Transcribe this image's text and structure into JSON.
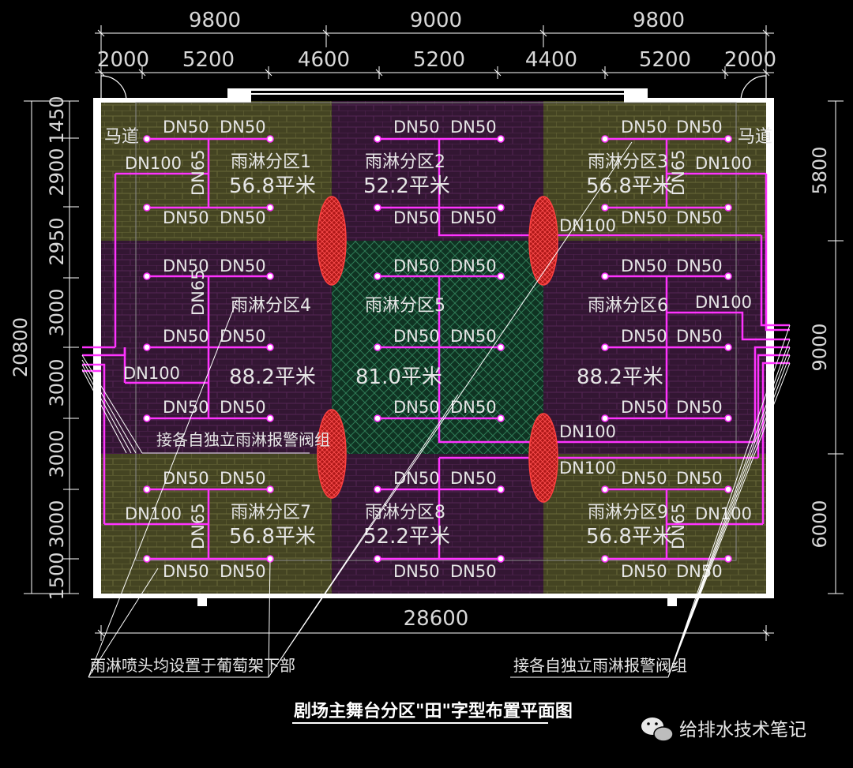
{
  "top_dims": {
    "row1": [
      "9800",
      "9000",
      "9800"
    ],
    "row2": [
      "2000",
      "5200",
      "4600",
      "5200",
      "4400",
      "5200",
      "2000"
    ]
  },
  "bottom_dim": "28600",
  "left_total": "20800",
  "left_dims": [
    "1450",
    "2900",
    "2950",
    "3000",
    "3000",
    "3000",
    "3000",
    "1500"
  ],
  "right_dims": [
    "5800",
    "9000",
    "6000"
  ],
  "catwalk": "马道",
  "pipes": {
    "dn50": "DN50",
    "dn65": "DN65",
    "dn100": "DN100"
  },
  "zones": [
    {
      "name": "雨淋分区1",
      "area": "56.8平米"
    },
    {
      "name": "雨淋分区2",
      "area": "52.2平米"
    },
    {
      "name": "雨淋分区3",
      "area": "56.8平米"
    },
    {
      "name": "雨淋分区4",
      "area": "88.2平米"
    },
    {
      "name": "雨淋分区5",
      "area": "81.0平米"
    },
    {
      "name": "雨淋分区6",
      "area": "88.2平米"
    },
    {
      "name": "雨淋分区7",
      "area": "56.8平米"
    },
    {
      "name": "雨淋分区8",
      "area": "52.2平米"
    },
    {
      "name": "雨淋分区9",
      "area": "56.8平米"
    }
  ],
  "notes": {
    "valve_left": "接各自独立雨淋报警阀组",
    "valve_right": "接各自独立雨淋报警阀组",
    "sprinkler": "雨淋喷头均设置于葡萄架下部"
  },
  "title": "剧场主舞台分区\"田\"字型布置平面图",
  "watermark": "给排水技术笔记",
  "colors": {
    "pipe": "#ff33ff",
    "zone_olive": "#4d4d22",
    "zone_purple": "#3a1a3c",
    "zone_green": "#15402e",
    "valve": "#d42020",
    "wall": "#ffffff"
  }
}
